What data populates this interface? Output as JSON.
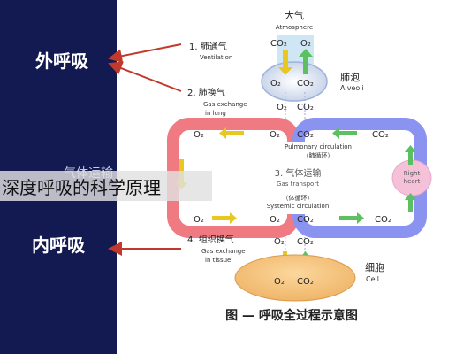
{
  "side_labels": {
    "external": "外呼吸",
    "internal": "内呼吸",
    "circulation_partial": "气体运输"
  },
  "nodes": {
    "atmosphere": {
      "cn": "大气",
      "en": "Atmosphere"
    },
    "alveoli": {
      "cn": "肺泡",
      "en": "Alveoli"
    },
    "cell": {
      "cn": "细胞",
      "en": "Cell"
    },
    "right_heart": {
      "en_line1": "Right",
      "en_line2": "heart"
    }
  },
  "steps": {
    "ventilation": {
      "cn": "1. 肺通气",
      "en": "Ventilation"
    },
    "lung_exchange": {
      "cn": "2. 肺换气",
      "en_line1": "Gas exchange",
      "en_line2": "in lung"
    },
    "transport": {
      "cn": "3. 气体运输",
      "en": "Gas transport"
    },
    "tissue_exchange": {
      "cn": "4. 组织换气",
      "en_line1": "Gas exchange",
      "en_line2": "in tissue"
    }
  },
  "loops": {
    "pulmonary": {
      "en": "Pulmonary circulation",
      "cn": "（肺循环）"
    },
    "systemic": {
      "cn": "（体循环）",
      "en": "Systemic circulation"
    }
  },
  "gases": {
    "o2": "O₂",
    "co2": "CO₂"
  },
  "caption": "图 — 呼吸全过程示意图",
  "banner": "深度呼吸的科学原理",
  "colors": {
    "left_panel": "#131a52",
    "arrow_red": "#c0392b",
    "oxygen_arrow": "#e8c820",
    "co2_arrow": "#5cc060",
    "pulmonary_red": "#f07a82",
    "systemic_blue": "#8a93f0",
    "cell_fill": "#f3c07a"
  }
}
